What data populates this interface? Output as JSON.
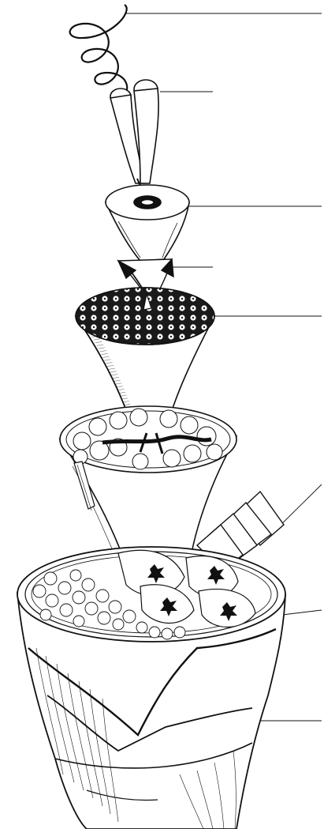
{
  "diagram": {
    "ink_color": "#111111",
    "paper_color": "#ffffff",
    "labels": [
      {
        "id": "label-line-1",
        "text": ""
      },
      {
        "id": "label-line-2",
        "text": ""
      },
      {
        "id": "label-line-3",
        "text": ""
      },
      {
        "id": "label-line-4",
        "text": ""
      },
      {
        "id": "label-line-5",
        "text": ""
      },
      {
        "id": "label-line-6",
        "text": ""
      },
      {
        "id": "label-line-7",
        "text": ""
      },
      {
        "id": "label-line-8",
        "text": ""
      }
    ]
  }
}
